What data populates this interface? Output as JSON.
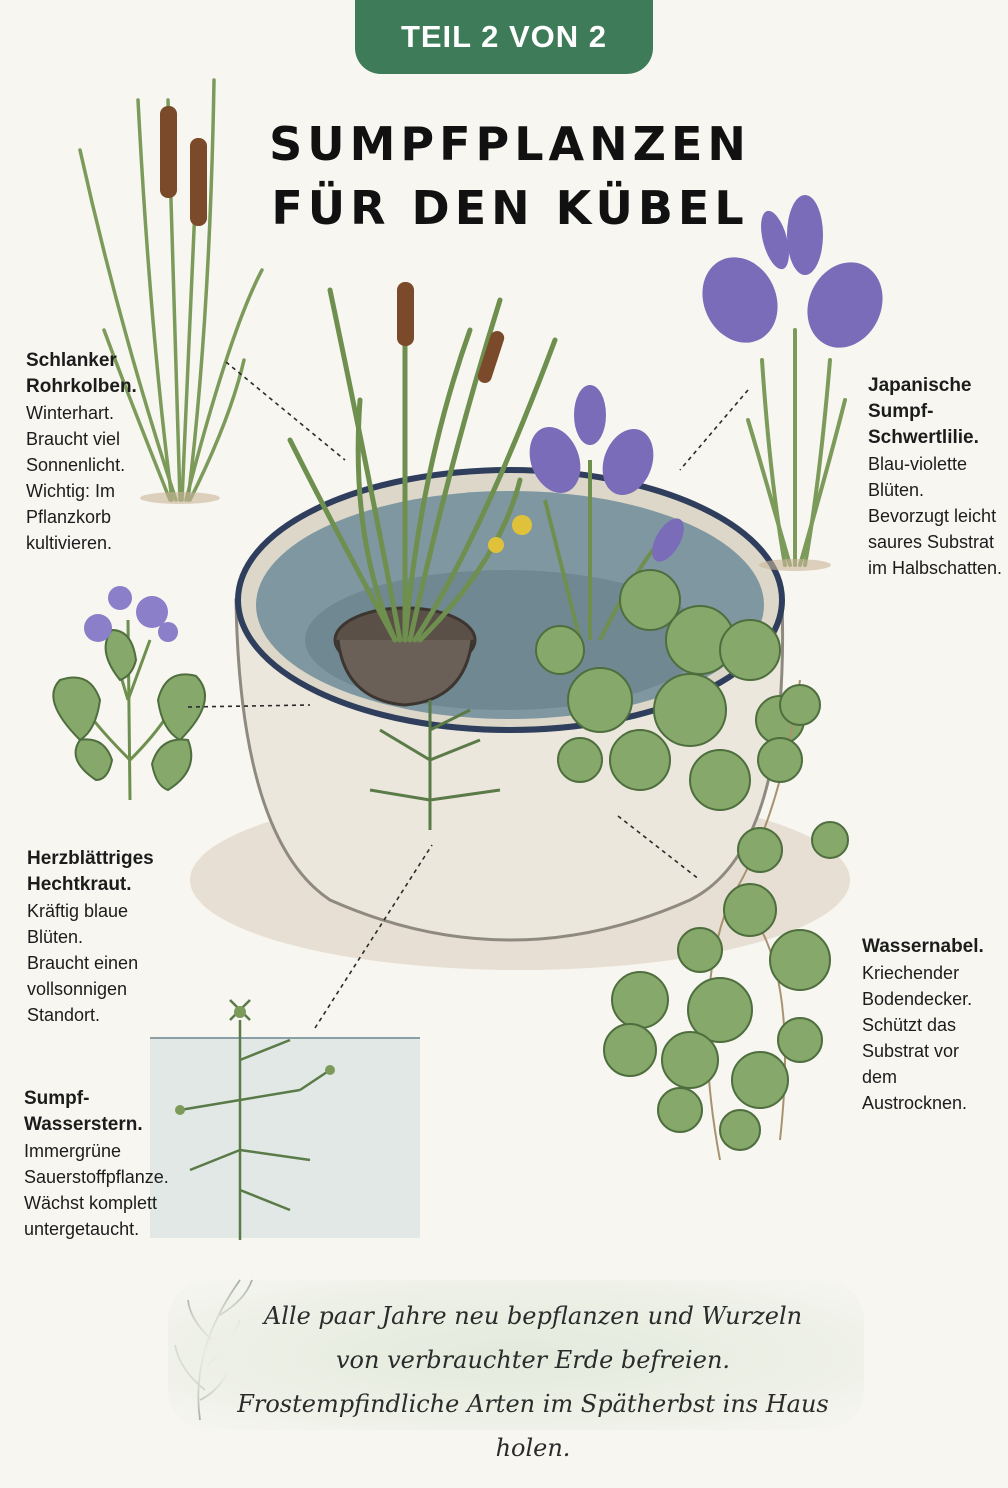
{
  "badge": "TEIL 2 VON 2",
  "title": {
    "line1": "SUMPFPLANZEN",
    "line2": "FÜR DEN KÜBEL"
  },
  "plants": [
    {
      "name": "Schlanker\nRohrkolben.",
      "desc": "Winterhart.\nBraucht viel\nSonnenlicht.\nWichtig: Im\nPflanzkorb\nkultivieren."
    },
    {
      "name": "Japanische\nSumpf-\nSchwertlilie.",
      "desc": "Blau-violette\nBlüten.\nBevorzugt leicht\nsaures Substrat\nim Halbschatten."
    },
    {
      "name": "Herzblättriges\nHechtkraut.",
      "desc": "Kräftig blaue\nBlüten.\nBraucht einen\nvollsonnigen\nStandort."
    },
    {
      "name": "Wassernabel.",
      "desc": "Kriechender\nBodendecker.\nSchützt das\nSubstrat vor\ndem\nAustrocknen."
    },
    {
      "name": "Sumpf-\nWasserstern.",
      "desc": "Immergrüne\nSauerstoffpflanze.\nWächst komplett\nuntergetaucht."
    }
  ],
  "note": {
    "line1": "Alle paar Jahre neu bepflanzen und Wurzeln",
    "line2": "von verbrauchter Erde befreien.",
    "line3": "Frostempfindliche Arten im Spätherbst ins Haus holen."
  },
  "colors": {
    "badge": "#3e7b58",
    "background": "#f7f6f1",
    "leaf": "#7a9a5a",
    "iris": "#7a6cb8",
    "cattail": "#7a4a2a",
    "water": "#6f8a94"
  }
}
